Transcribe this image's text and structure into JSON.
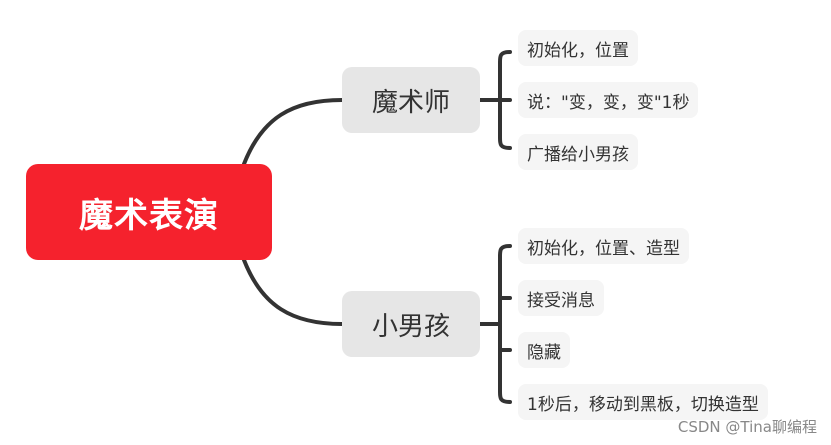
{
  "root": {
    "label": "魔术表演"
  },
  "branches": [
    {
      "label": "魔术师",
      "items": [
        "初始化，位置",
        "说：\"变，变，变\"1秒",
        "广播给小男孩"
      ]
    },
    {
      "label": "小男孩",
      "items": [
        "初始化，位置、造型",
        "接受消息",
        "隐藏",
        "1秒后，移动到黑板，切换造型"
      ]
    }
  ],
  "watermark": "CSDN @Tina聊编程",
  "colors": {
    "root": "#f5222d",
    "branch": "#e6e6e6",
    "leaf": "#f5f5f5",
    "line": "#333333"
  }
}
